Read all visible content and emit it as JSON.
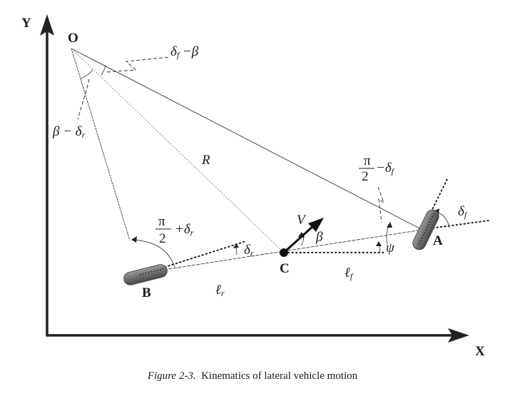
{
  "axes": {
    "x_label": "X",
    "y_label": "Y"
  },
  "points": {
    "O": "O",
    "A": "A",
    "B": "B",
    "C": "C"
  },
  "labels": {
    "radius": "R",
    "velocity": "V",
    "slip_angle": "β",
    "heading": "ψ",
    "front_steer": "δ",
    "front_steer_sub": "f",
    "rear_steer": "δ",
    "rear_steer_sub": "r",
    "front_length": "ℓ",
    "front_length_sub": "f",
    "rear_length": "ℓ",
    "rear_length_sub": "r",
    "angle_top_delta": "δ",
    "angle_top_sub": "f",
    "angle_top_rest": " −β",
    "angle_left_beta": "β − δ",
    "angle_left_sub": "r",
    "angle_front_num": "π",
    "angle_front_den": "2",
    "angle_front_op": "−δ",
    "angle_front_sub": "f",
    "angle_rear_num": "π",
    "angle_rear_den": "2",
    "angle_rear_op": "+δ",
    "angle_rear_sub": "r"
  },
  "caption": {
    "figure_number": "Figure 2-3.",
    "text": "Kinematics of lateral vehicle motion"
  }
}
